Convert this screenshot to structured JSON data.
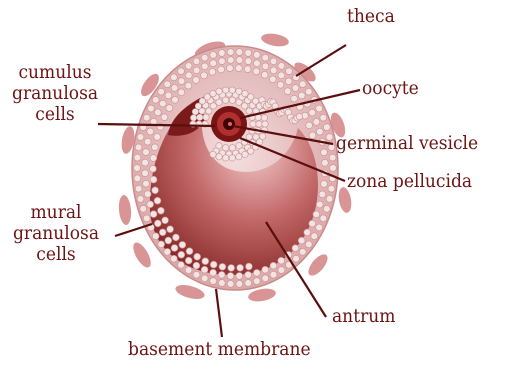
{
  "labels": {
    "theca": "theca",
    "oocyte": "oocyte",
    "cumulus": [
      "cumulus",
      "granulosa",
      "cells"
    ],
    "germinal_vesicle": "germinal vesicle",
    "zona_pellucida": "zona pellucida",
    "mural": [
      "mural",
      "granulosa",
      "cells"
    ],
    "antrum": "antrum",
    "basement_membrane": "basement membrane"
  },
  "colors": {
    "label_text": "#6e1414",
    "leader_line": "#5a0f0f",
    "follicle_dark": "#7a1a1a",
    "follicle_light": "#e8b8b8",
    "granulosa_cell": "#f3e3e3",
    "oocyte_core": "#5c0c0c"
  }
}
